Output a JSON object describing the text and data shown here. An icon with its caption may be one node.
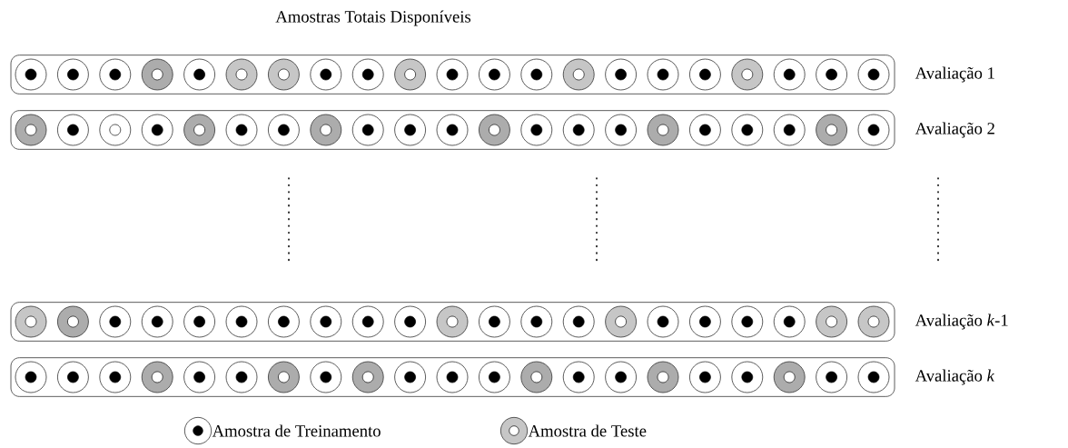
{
  "diagram": {
    "title": "Amostras Totais Disponíveis",
    "nodes": [
      {
        "text": [
          "Avaliação 1"
        ]
      },
      {
        "text": [
          "Avaliação 2"
        ]
      },
      {
        "text": [
          "Avaliação *k*-1"
        ]
      },
      {
        "text": [
          "Avaliação *k*"
        ]
      }
    ],
    "legend": [
      {
        "text": "Amostra de Treinamento"
      },
      {
        "text": "Amostra de Teste"
      }
    ]
  }
}
